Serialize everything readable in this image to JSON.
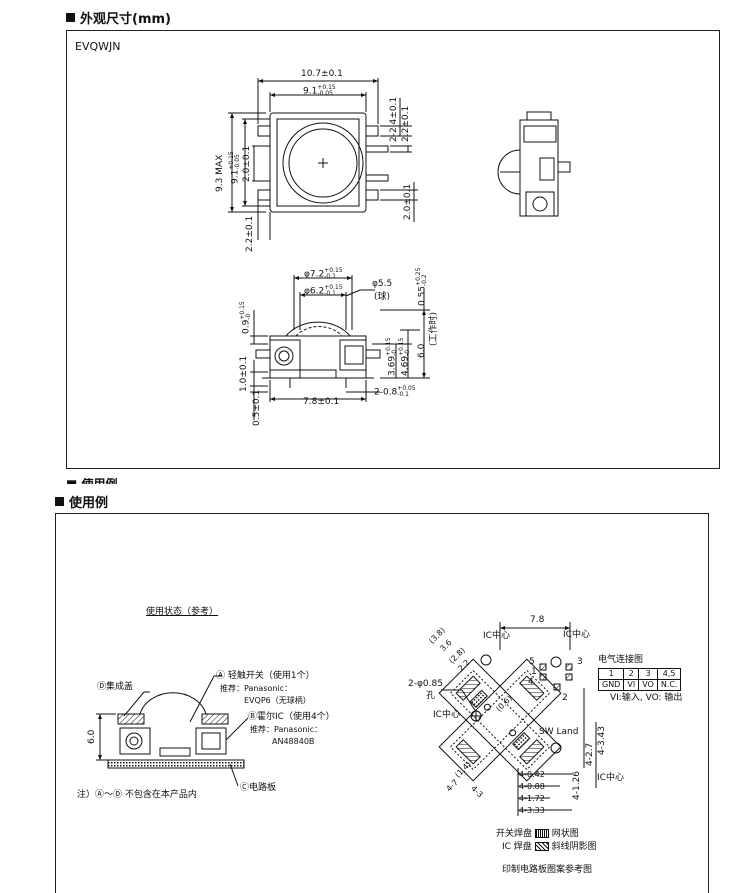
{
  "section1": {
    "title": "外观尺寸(mm)",
    "model": "EVQWJN",
    "top_view": {
      "width_label": "10.7±0.1",
      "inner_width_label": "9.1+0.15/-0.05",
      "inner_width_main": "9.1",
      "inner_width_tol_upper": "+0.15",
      "inner_width_tol_lower": "-0.05",
      "height_label": "9.3 MAX",
      "inner_height_main": "9.1",
      "inner_height_tol_upper": "+0.15",
      "inner_height_tol_lower": "-0.05",
      "mid_height": "2.0±0.1",
      "right_top": "2-2.4±0.1",
      "right_small": "2.2±0.1",
      "right_bottom": "2.0±0.1",
      "left_bottom": "2.2±0.1"
    },
    "front_view": {
      "dia_top": "φ7.2",
      "dia_top_tol_upper": "+0.15",
      "dia_top_tol_lower": "-0.1",
      "dia_inner": "φ6.2",
      "dia_inner_tol_upper": "+0.15",
      "dia_inner_tol_lower": "-0.1",
      "ball_dia": "φ5.5",
      "ball_label": "(球)",
      "right_small": "0.55",
      "right_small_tol_upper": "+0.25",
      "right_small_tol_lower": "-0.2",
      "work_label": "(工作时)",
      "total_height": "6.0",
      "h369": "3.69",
      "h369_tol_upper": "+0.15",
      "h369_tol_lower": "-0",
      "h469": "4.69",
      "h469_tol_upper": "+0.15",
      "h469_tol_lower": "-0",
      "left_top": "0.9",
      "left_top_tol_upper": "+0.15",
      "left_top_tol_lower": "-0",
      "left_mid": "1.0±0.1",
      "left_bottom": "0.5±0.1",
      "bottom_width": "7.8±0.1",
      "pin_label": "2-0.8",
      "pin_tol_upper": "+0.05",
      "pin_tol_lower": "-0.1"
    }
  },
  "section2": {
    "title": "使用例",
    "usage_title": "使用状态（参考）",
    "labels": {
      "d_cover": "Ⓓ集成盖",
      "a_switch": "Ⓐ 轻触开关（使用1个）",
      "a_rec": "推荐：Panasonic：",
      "a_part": "EVQP6（无球柄）",
      "b_ic": "Ⓑ霍尔IC（使用4个）",
      "b_rec": "推荐：Panasonic：",
      "b_part": "AN48840B",
      "c_board": "Ⓒ电路板",
      "note": "注）Ⓐ～Ⓓ 不包含在本产品内",
      "height": "6.0"
    },
    "pcb": {
      "dim_78": "7.8",
      "d38": "(3.8)",
      "d36": "3.6",
      "d28": "(2.8)",
      "d22": "2.2",
      "d06": "(0.6)",
      "d14": "(1.4)",
      "d47": "4-7",
      "d43": "4-3",
      "hole": "2-φ0.85",
      "hole_label": "孔",
      "ic_center_top": "IC中心",
      "ic_center_topright": "IC中心",
      "ic_center_left": "IC中心",
      "ic_center_right": "IC中心",
      "sw_land": "SW Land",
      "pin5": "5",
      "pin1": "1",
      "pin4": "4",
      "pin3": "3",
      "pin2": "2",
      "d443": "4-3.43",
      "d427": "4-2.7",
      "d4126": "4-1.26",
      "d042": "4-0.42",
      "d088": "4-0.88",
      "d172": "4-1.72",
      "d333": "4-3.33",
      "legend_switch": "开关焊盘",
      "legend_switch_desc": "网状图",
      "legend_ic": "IC 焊盘",
      "legend_ic_desc": "斜线阴影图",
      "caption": "印制电路板图案参考图"
    },
    "connection": {
      "title": "电气连接图",
      "row1": [
        "1",
        "2",
        "3",
        "4,5"
      ],
      "row2": [
        "GND",
        "VI",
        "VO",
        "N.C."
      ],
      "note": "VI:输入, VO: 输出"
    }
  },
  "cut_text": "■ 使用例"
}
